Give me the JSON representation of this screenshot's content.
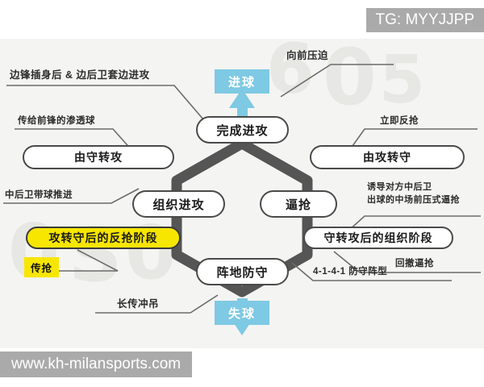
{
  "watermarks": {
    "telegram": "TG: MYYJJPP",
    "site": "www.kh-milansports.com"
  },
  "background_ghosts": [
    "6",
    "0",
    "5",
    "0",
    "S",
    "0"
  ],
  "results": {
    "goal_scored": "进球",
    "goal_conceded": "失球"
  },
  "core_nodes": [
    {
      "id": "finish-attack",
      "label": "完成进攻"
    },
    {
      "id": "organize-attack",
      "label": "组织进攻"
    },
    {
      "id": "press",
      "label": "逼抢"
    },
    {
      "id": "positional-defense",
      "label": "阵地防守"
    }
  ],
  "outer_nodes": [
    {
      "id": "def-to-att",
      "label": "由守转攻",
      "highlight": false
    },
    {
      "id": "att-to-def",
      "label": "由攻转守",
      "highlight": false
    },
    {
      "id": "counterpress-phase",
      "label": "攻转守后的反抢阶段",
      "highlight": true
    },
    {
      "id": "organize-phase",
      "label": "守转攻后的组织阶段",
      "highlight": false
    }
  ],
  "annotations": [
    {
      "id": "wing-overlap",
      "text": "边锋插身后 & 边后卫套边进攻"
    },
    {
      "id": "through-ball",
      "text": "传给前锋的渗透球"
    },
    {
      "id": "cb-carry",
      "text": "中后卫带球推进"
    },
    {
      "id": "forward-press",
      "text": "向前压迫"
    },
    {
      "id": "immediate-counterpress",
      "text": "立即反抢"
    },
    {
      "id": "induce-press-line1",
      "text": "诱导对方中后卫"
    },
    {
      "id": "induce-press-line2",
      "text": "出球的中场前压式逼抢"
    },
    {
      "id": "retreat-press",
      "text": "回撤逼抢"
    },
    {
      "id": "defensive-shape",
      "text": "4-1-4-1 防守阵型"
    },
    {
      "id": "long-ball",
      "text": "长传冲吊"
    }
  ],
  "chips": [
    {
      "id": "pass-press",
      "text": "传抢"
    }
  ],
  "colors": {
    "ring": "#555555",
    "accent_blue": "#7ec9e3",
    "highlight_yellow": "#f7e600",
    "canvas_bg": "#f4f4f2",
    "watermark_gray": "#aaaaaa",
    "node_border": "#4a4a4a"
  }
}
